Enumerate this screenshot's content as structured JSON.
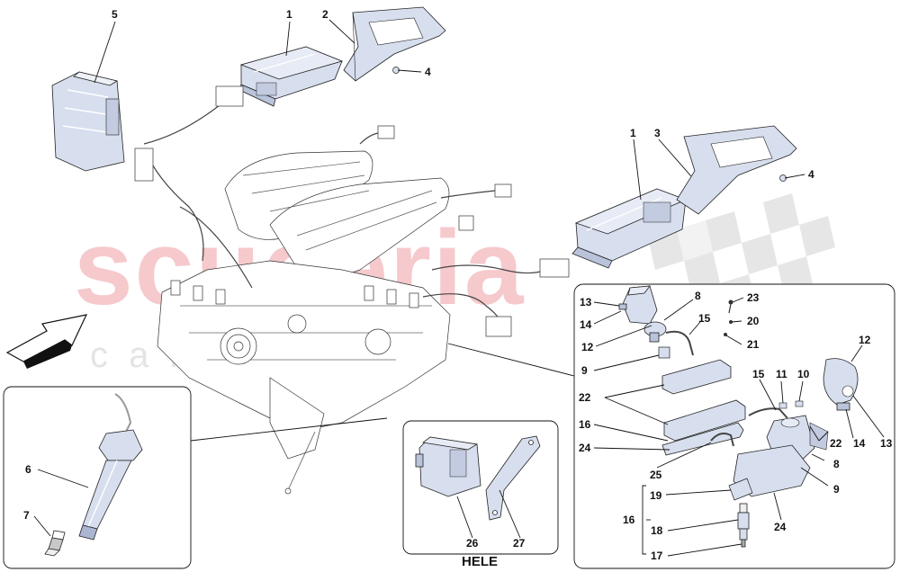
{
  "watermark": {
    "brand": "scuderia",
    "sub": "c a r p a r t s",
    "brand_color": "#f6c9cc"
  },
  "colors": {
    "part_fill": "#d7deee",
    "line": "#111111"
  },
  "inset_labels": {
    "hele": "HELE"
  },
  "callouts": {
    "c5": "5",
    "c1a": "1",
    "c2": "2",
    "c4a": "4",
    "c1b": "1",
    "c3": "3",
    "c4b": "4",
    "c6": "6",
    "c7": "7",
    "c26": "26",
    "c27": "27",
    "r13a": "13",
    "r14a": "14",
    "r12a": "12",
    "r8a": "8",
    "r15a": "15",
    "r23": "23",
    "r20": "20",
    "r21": "21",
    "r9a": "9",
    "r22a": "22",
    "r16a": "16",
    "r24a": "24",
    "r25": "25",
    "r15b": "15",
    "r11": "11",
    "r10": "10",
    "r12b": "12",
    "r22b": "22",
    "r14b": "14",
    "r13b": "13",
    "r8b": "8",
    "r9b": "9",
    "r19": "19",
    "r16b": "16",
    "r18": "18",
    "r17": "17",
    "r24b": "24"
  }
}
